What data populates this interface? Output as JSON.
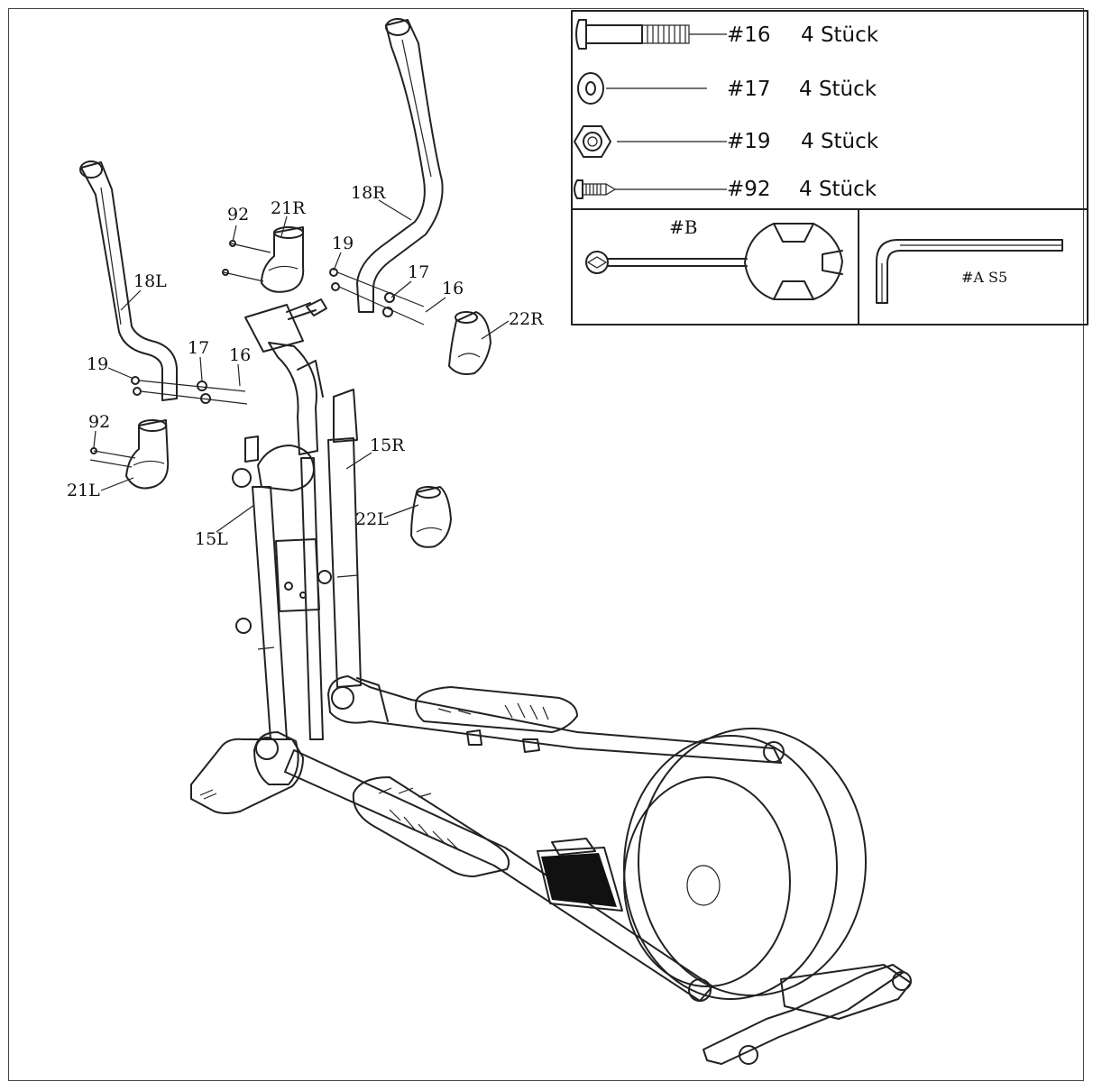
{
  "hardware": {
    "items": [
      {
        "num": "#16",
        "qty": "4 Stück",
        "icon": "bolt-icon"
      },
      {
        "num": "#17",
        "qty": "4 Stück",
        "icon": "washer-icon"
      },
      {
        "num": "#19",
        "qty": "4 Stück",
        "icon": "nut-icon"
      },
      {
        "num": "#92",
        "qty": "4 Stück",
        "icon": "screw-icon"
      }
    ],
    "tools": {
      "wrench_label": "#B",
      "allen_key_label": "#A  S5"
    }
  },
  "parts": {
    "handlebar_right": "18R",
    "handlebar_left": "18L",
    "cover_21_right": "21R",
    "cover_21_left": "21L",
    "cover_22_right": "22R",
    "cover_22_left": "22L",
    "arm_right": "15R",
    "arm_left": "15L",
    "screw_r": "92",
    "screw_l": "92",
    "nut_r": "19",
    "nut_l": "19",
    "washer_r": "17",
    "washer_l": "17",
    "bolt_r": "16",
    "bolt_l": "16"
  },
  "colors": {
    "line": "#222222",
    "background": "#ffffff"
  }
}
